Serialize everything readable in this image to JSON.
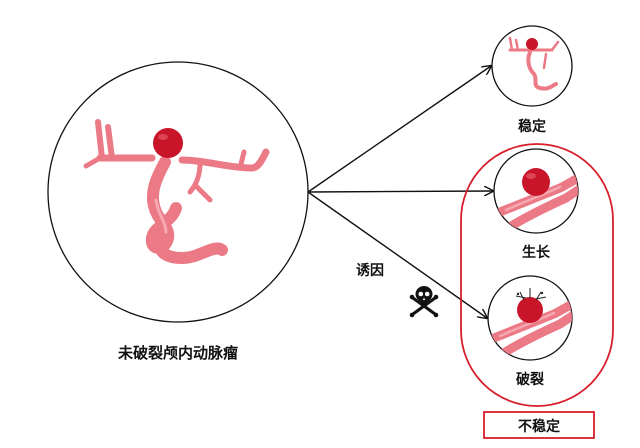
{
  "labels": {
    "main": "未破裂颅内动脉瘤",
    "trigger": "诱因",
    "stable": "稳定",
    "growth": "生长",
    "rupture": "破裂",
    "unstable": "不稳定"
  },
  "colors": {
    "vessel": "#ec7a86",
    "aneurysm": "#c8152a",
    "unstable_border": "#d81e2a",
    "outline": "#111111"
  },
  "icons": {
    "trigger": "skull-crossbones-icon"
  }
}
